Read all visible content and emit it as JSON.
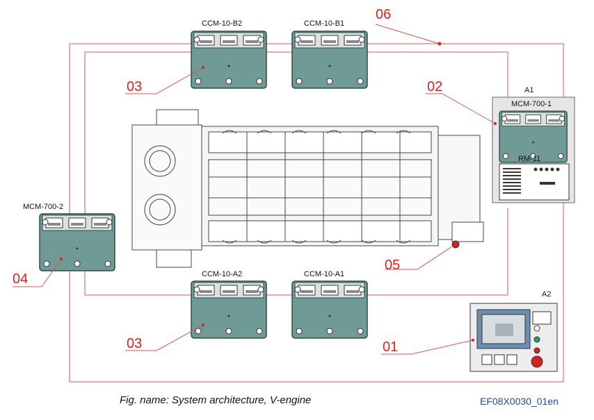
{
  "modules": {
    "ccm_b2": "CCM-10-B2",
    "ccm_b1": "CCM-10-B1",
    "ccm_a2": "CCM-10-A2",
    "ccm_a1": "CCM-10-A1",
    "mcm_1": "MCM-700-1",
    "mcm_2": "MCM-700-2",
    "rm": "RM-11",
    "a1": "A1",
    "a2": "A2"
  },
  "callouts": {
    "c01": "01",
    "c02": "02",
    "c03_top": "03",
    "c03_bottom": "03",
    "c04": "04",
    "c05": "05",
    "c06": "06"
  },
  "caption": "Fig. name: System architecture, V-engine",
  "figure_code": "EF08X0030_01en",
  "colors": {
    "bus_line": "#e05050",
    "module_fill": "#6f9a95",
    "callout": "#e02020",
    "code_text": "#1a4fa0"
  }
}
